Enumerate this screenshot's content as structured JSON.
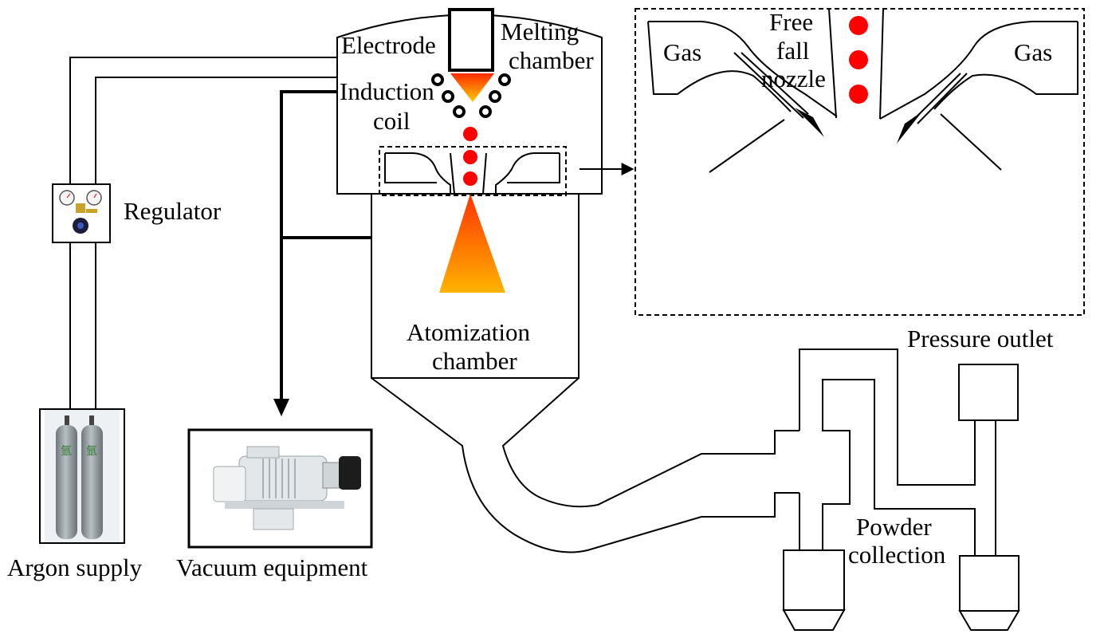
{
  "labels": {
    "electrode": "Electrode",
    "melting_chamber_1": "Melting",
    "melting_chamber_2": "chamber",
    "induction_coil_1": "Induction",
    "induction_coil_2": "coil",
    "regulator": "Regulator",
    "atomization_chamber_1": "Atomization",
    "atomization_chamber_2": "chamber",
    "argon_supply": "Argon supply",
    "vacuum_equipment": "Vacuum equipment",
    "pressure_outlet": "Pressure outlet",
    "powder_collection_1": "Powder",
    "powder_collection_2": "collection",
    "gas_left": "Gas",
    "gas_right": "Gas",
    "free_fall_nozzle_1": "Free",
    "free_fall_nozzle_2": "fall",
    "free_fall_nozzle_3": "nozzle"
  },
  "cylinder_marking": "氩",
  "colors": {
    "line": "#000000",
    "melt_droplet": "#ff0000",
    "flame_top": "#ff2a00",
    "flame_bottom": "#ffd200",
    "cylinder": "#8f979c",
    "pump_body": "#e6eaed",
    "motor": "#1c1c1c"
  }
}
